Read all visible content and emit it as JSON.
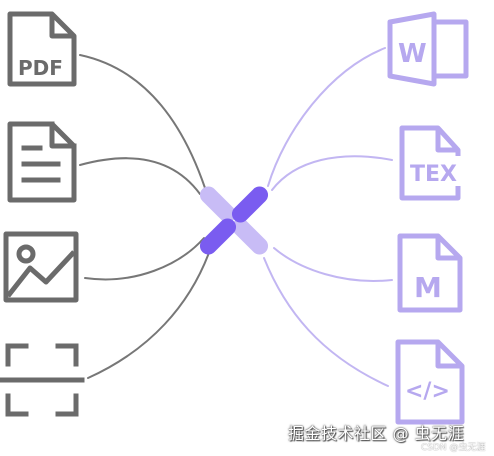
{
  "icons": {
    "left": [
      {
        "name": "pdf-file-icon",
        "label": "PDF"
      },
      {
        "name": "text-document-icon"
      },
      {
        "name": "image-icon"
      },
      {
        "name": "scan-icon"
      }
    ],
    "right": [
      {
        "name": "word-icon",
        "label": "W"
      },
      {
        "name": "tex-file-icon",
        "label": "TEX"
      },
      {
        "name": "markdown-file-icon",
        "label": "M"
      },
      {
        "name": "code-file-icon",
        "label": "</>"
      }
    ]
  },
  "colors": {
    "left_gray": "#6b6b6b",
    "right_purple": "#b6a8ef",
    "left_line": "#777777",
    "right_line": "#c2b6f2",
    "logo_dark": "#7a5cf0",
    "logo_light": "#c8bcf6"
  },
  "watermark": {
    "main": "掘金技术社区 @ 虫无涯",
    "sub": "CSDN @虫无涯"
  }
}
